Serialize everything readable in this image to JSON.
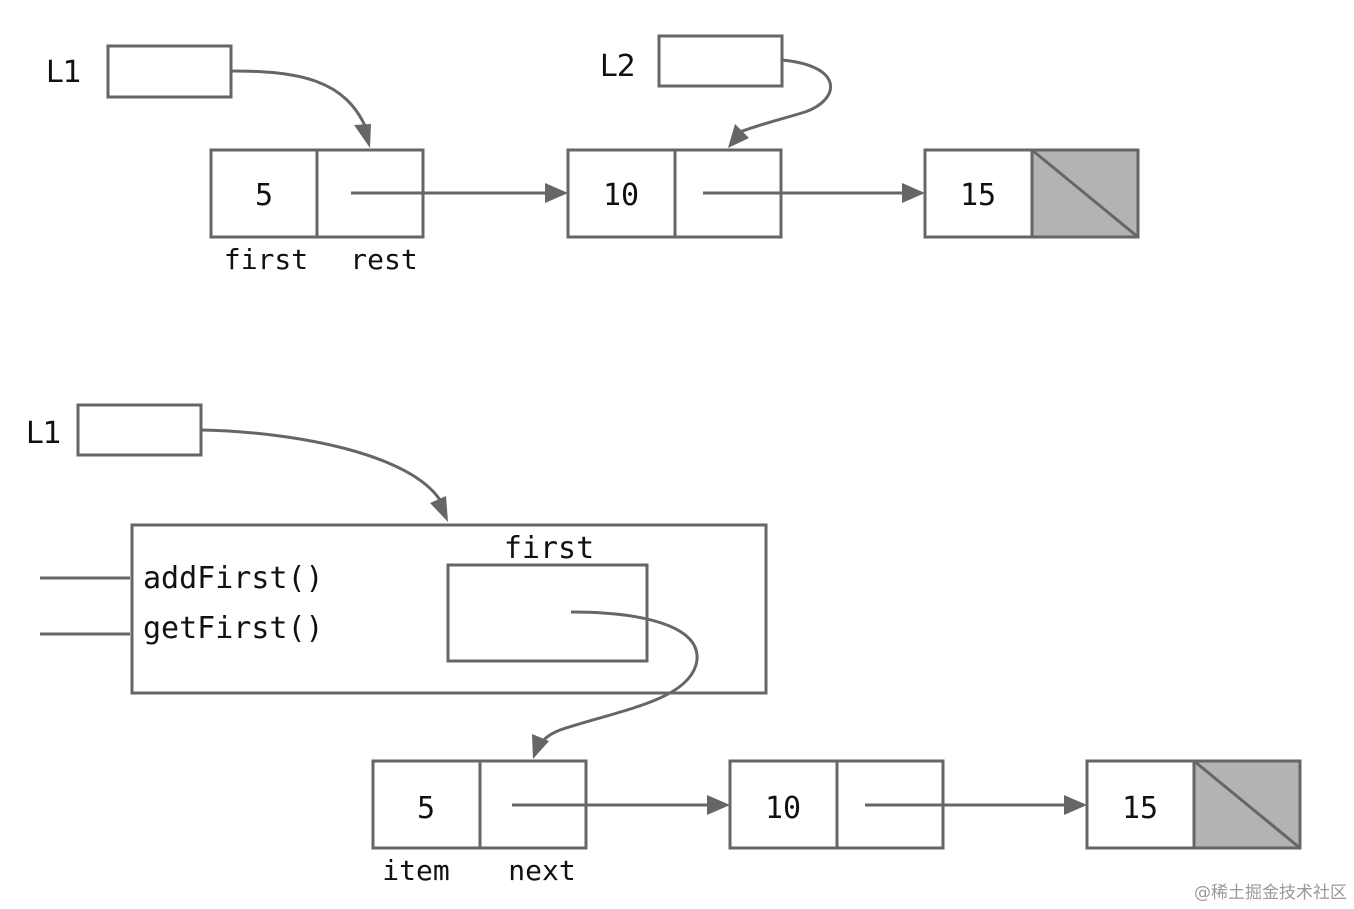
{
  "diagram1": {
    "pointer_label": "L1",
    "pointer2_label": "L2",
    "nodes": [
      {
        "value": "5"
      },
      {
        "value": "10"
      },
      {
        "value": "15"
      }
    ],
    "field_labels": {
      "first": "first",
      "rest": "rest"
    }
  },
  "diagram2": {
    "pointer_label": "L1",
    "methods": [
      "addFirst()",
      "getFirst()"
    ],
    "field_label": "first",
    "nodes": [
      {
        "value": "5"
      },
      {
        "value": "10"
      },
      {
        "value": "15"
      }
    ],
    "field_labels": {
      "item": "item",
      "next": "next"
    }
  },
  "watermark": "@稀土掘金技术社区"
}
